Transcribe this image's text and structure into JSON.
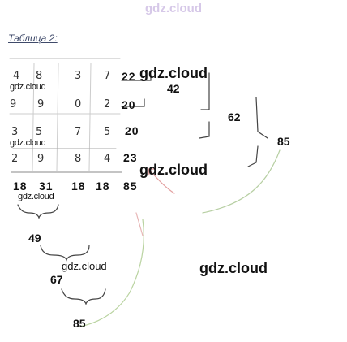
{
  "watermark_top": "gdz.cloud",
  "caption": "Таблица 2:",
  "rows": [
    {
      "values": [
        "4",
        "8",
        "3",
        "7"
      ],
      "sum": "22",
      "watermark": "gdz.cloud"
    },
    {
      "values": [
        "9",
        "9",
        "0",
        "2"
      ],
      "sum": "20"
    },
    {
      "values": [
        "3",
        "5",
        "7",
        "5"
      ],
      "sum": "20",
      "watermark": "gdz.cloud"
    },
    {
      "values": [
        "2",
        "9",
        "8",
        "4"
      ],
      "sum": "23"
    }
  ],
  "column_sums": [
    "18",
    "31",
    "18",
    "18"
  ],
  "grand_total": "85",
  "row_pair_sums": [
    "42",
    "62",
    "85"
  ],
  "column_pair_sums": [
    "49",
    "67",
    "85"
  ],
  "watermarks": {
    "big_top": "gdz.cloud",
    "big_mid": "gdz.cloud",
    "under_sums": "gdz.cloud",
    "left_chain": "gdz.cloud",
    "right": "gdz.cloud"
  }
}
